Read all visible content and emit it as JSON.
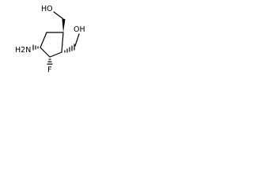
{
  "structure": {
    "labels": {
      "oh_top": "HO",
      "oh_right": "OH",
      "amine": "H2N",
      "fluoro": "F"
    }
  }
}
